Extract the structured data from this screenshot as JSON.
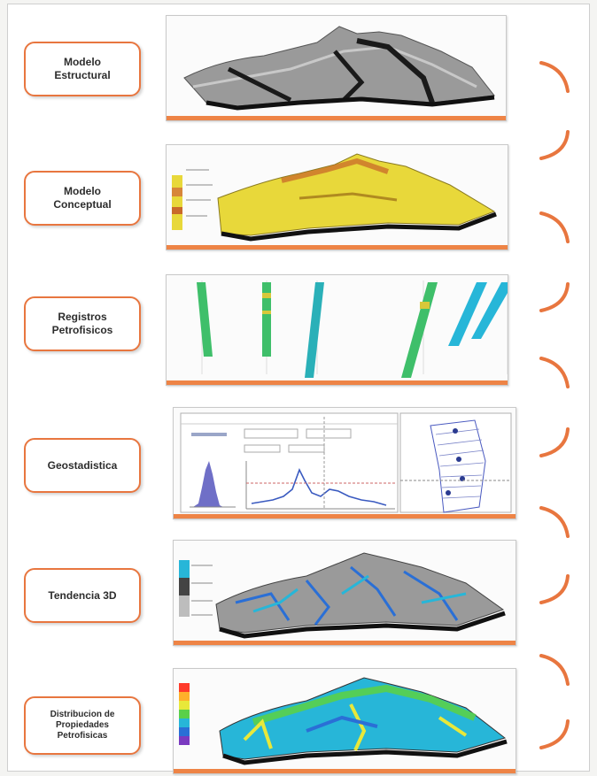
{
  "steps": [
    {
      "label": "Modelo\nEstructural",
      "visual": "gray-terrain-model"
    },
    {
      "label": "Modelo\nConceptual",
      "visual": "yellow-facies-model"
    },
    {
      "label": "Registros\nPetrofisicos",
      "visual": "well-log-tracks"
    },
    {
      "label": "Geostadistica",
      "visual": "variogram-histogram-panel"
    },
    {
      "label": "Tendencia 3D",
      "visual": "blue-trend-model"
    },
    {
      "label": "Distribucion de\nPropiedades\nPetrofisicas",
      "visual": "property-distribution-model"
    }
  ],
  "colors": {
    "accent": "#e8763f",
    "panel_underline": "#ee8446",
    "terrain_gray": "#9a9a9a",
    "facies_yellow": "#e8d83a",
    "well_green": "#3fbf6a",
    "trend_blue": "#2a6fd6",
    "property_cyan": "#27b6d8"
  }
}
